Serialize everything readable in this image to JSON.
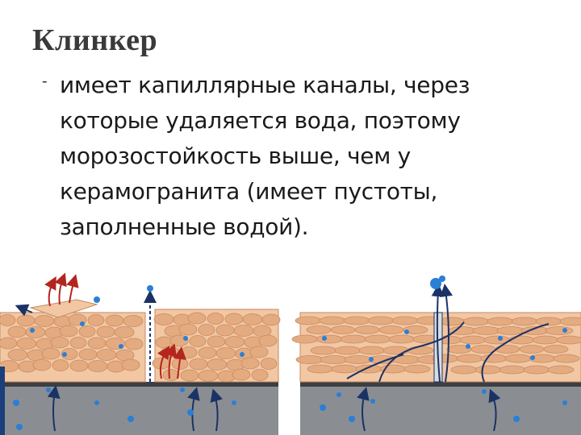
{
  "slide": {
    "title": "Клинкер",
    "bullet_marker": "-",
    "bullet_lines": [
      "имеет капиллярные каналы, через",
      "которые удаляется вода, поэтому",
      "морозостойкость выше, чем у",
      "керамогранита (имеет пустоты,",
      "заполненные водой)."
    ]
  },
  "colors": {
    "tile_fill": "#f2c7a3",
    "pore_fill": "#e4ab80",
    "pore_stroke": "#c88a62",
    "subfloor": "#8a8e92",
    "subfloor_top": "#3b3f44",
    "water": "#2a7fd6",
    "arrow_red": "#b3261e",
    "arrow_navy": "#1b3266"
  }
}
